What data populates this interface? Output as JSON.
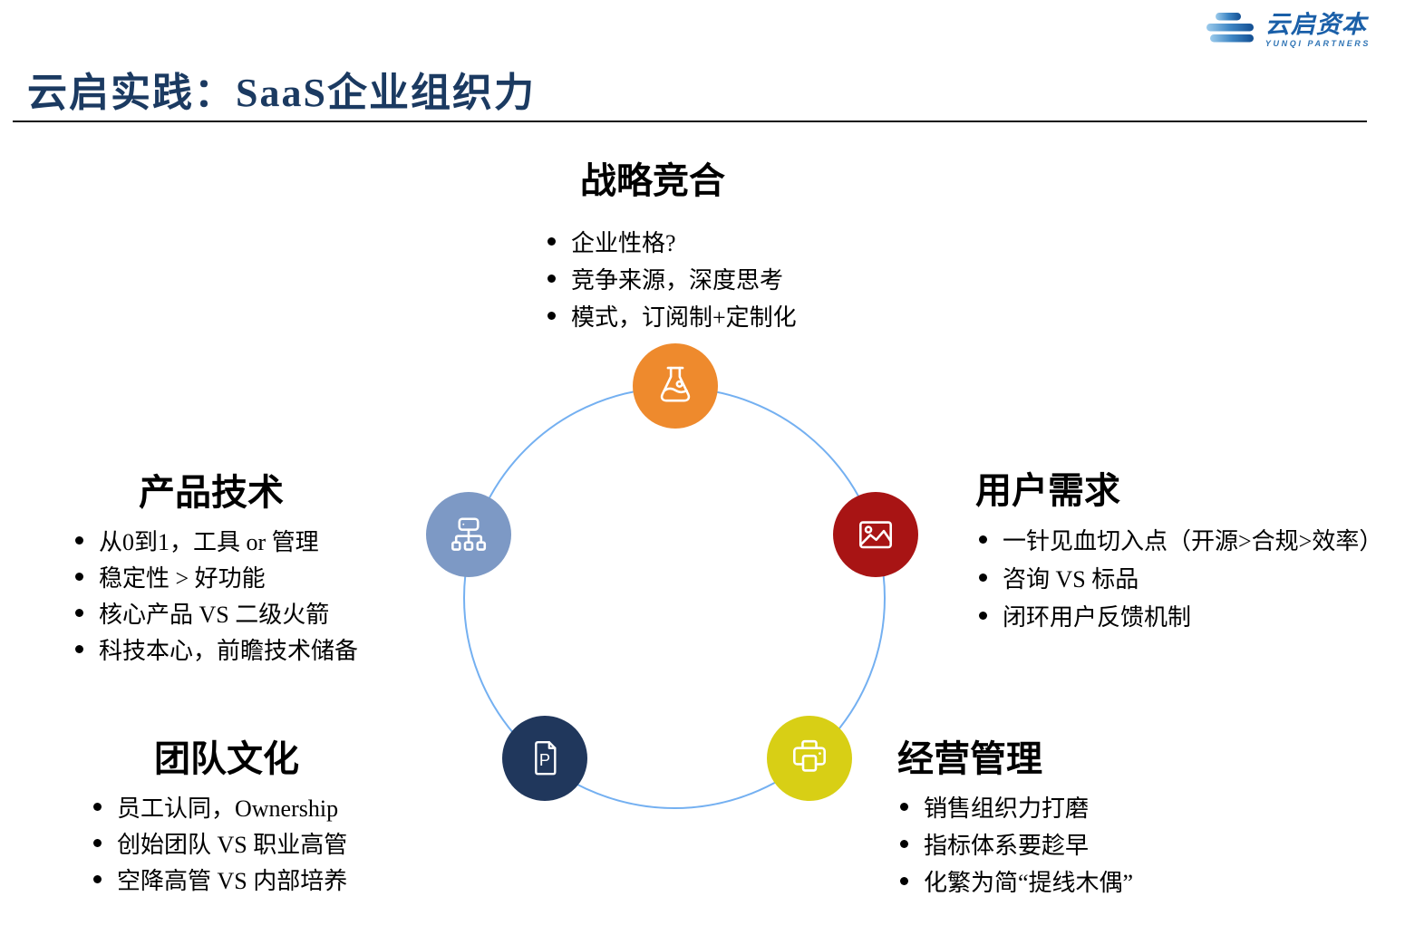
{
  "logo": {
    "name": "云启资本",
    "subtitle": "YUNQI PARTNERS"
  },
  "header": {
    "title": "云启实践：SaaS企业组织力"
  },
  "colors": {
    "title_navy": "#1B3A61",
    "ring_blue": "#74B0F1",
    "underline": "#111111",
    "logo_blue": "#1A5FA8"
  },
  "diagram": {
    "ring_color": "#74B0F1"
  },
  "icons": {
    "document_letter": "P"
  },
  "sections": [
    {
      "id": "strategy",
      "title": "战略竞合",
      "icon": "flask-icon",
      "color": "#EE8A2D",
      "bullets": [
        "企业性格?",
        "竞争来源，深度思考",
        "模式，订阅制+定制化"
      ]
    },
    {
      "id": "product",
      "title": "产品技术",
      "icon": "org-chart-icon",
      "color": "#7D99C5",
      "bullets": [
        "从0到1，工具 or 管理",
        "稳定性 > 好功能",
        "核心产品 VS 二级火箭",
        "科技本心，前瞻技术储备"
      ]
    },
    {
      "id": "user",
      "title": "用户需求",
      "icon": "image-icon",
      "color": "#A81414",
      "bullets": [
        "一针见血切入点（开源>合规>效率）",
        "咨询 VS 标品",
        "闭环用户反馈机制"
      ]
    },
    {
      "id": "team",
      "title": "团队文化",
      "icon": "document-icon",
      "color": "#20375C",
      "bullets": [
        "员工认同，Ownership",
        "创始团队 VS 职业高管",
        "空降高管 VS 内部培养"
      ]
    },
    {
      "id": "ops",
      "title": "经营管理",
      "icon": "printer-icon",
      "color": "#D8CF15",
      "bullets": [
        "销售组织力打磨",
        "指标体系要趁早",
        "化繁为简“提线木偶”"
      ]
    }
  ]
}
